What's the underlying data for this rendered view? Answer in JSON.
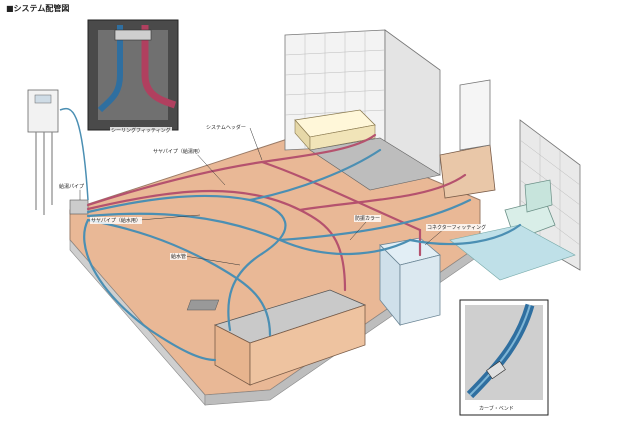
{
  "title": "■システム配管図",
  "labels": {
    "sheathing_fitting": "シーリングフィッティング",
    "system_header": "システムヘッダー",
    "sayapipe_hot": "サヤパイプ（給湯用）",
    "hot_pipe": "給湯パイプ",
    "sayapipe_cold": "サヤパイプ（給水用）",
    "water_pipe": "給水管",
    "collar": "防振カラー",
    "connector_fitting": "コネクターフィッティング",
    "curve_bend": "カーブ・ベンド"
  },
  "colors": {
    "hot": "#b5526e",
    "cold": "#4b8fb3",
    "floor": "#e8b592",
    "wall": "#d8d8d8"
  }
}
